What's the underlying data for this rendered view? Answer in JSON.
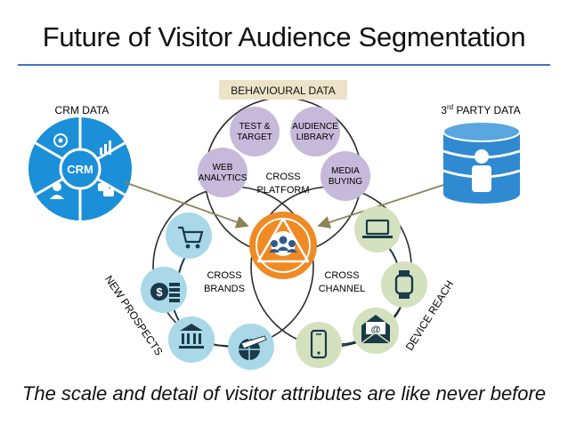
{
  "title": "Future of Visitor Audience Segmentation",
  "footer": "The scale and detail of visitor attributes are like never before",
  "behavioural": {
    "header": "BEHAVIOURAL DATA",
    "nodes": [
      {
        "line1": "TEST &",
        "line2": "TARGET"
      },
      {
        "line1": "AUDIENCE",
        "line2": "LIBRARY"
      },
      {
        "line1": "WEB",
        "line2": "ANALYTICS"
      },
      {
        "line1": "MEDIA",
        "line2": "BUYING"
      }
    ],
    "center": {
      "line1": "CROSS",
      "line2": "PLATFORM"
    }
  },
  "crm": {
    "label": "CRM DATA",
    "center": "CRM"
  },
  "third_party": {
    "prefix": "3",
    "sup": "rd",
    "suffix": " PARTY DATA"
  },
  "cross_brands": {
    "line1": "CROSS",
    "line2": "BRANDS"
  },
  "cross_channel": {
    "line1": "CROSS",
    "line2": "CHANNEL"
  },
  "new_prospects": "NEW PROSPECTS",
  "device_reach": "DEVICE REACH",
  "colors": {
    "purple": "#c7b9d9",
    "blue_circle": "#a9d8e8",
    "green_circle": "#d3e1bf",
    "orange": "#f08a24",
    "crm_blue": "#1b8fd8",
    "db_blue": "#2f8ad1",
    "accent_line": "#4472c4",
    "arrow": "#8c8355"
  },
  "icons": {
    "prospects": [
      "shopping-cart-icon",
      "coins-icon",
      "bank-icon",
      "globe-plane-icon"
    ],
    "devices": [
      "laptop-icon",
      "smartwatch-icon",
      "email-icon",
      "smartphone-icon"
    ]
  }
}
